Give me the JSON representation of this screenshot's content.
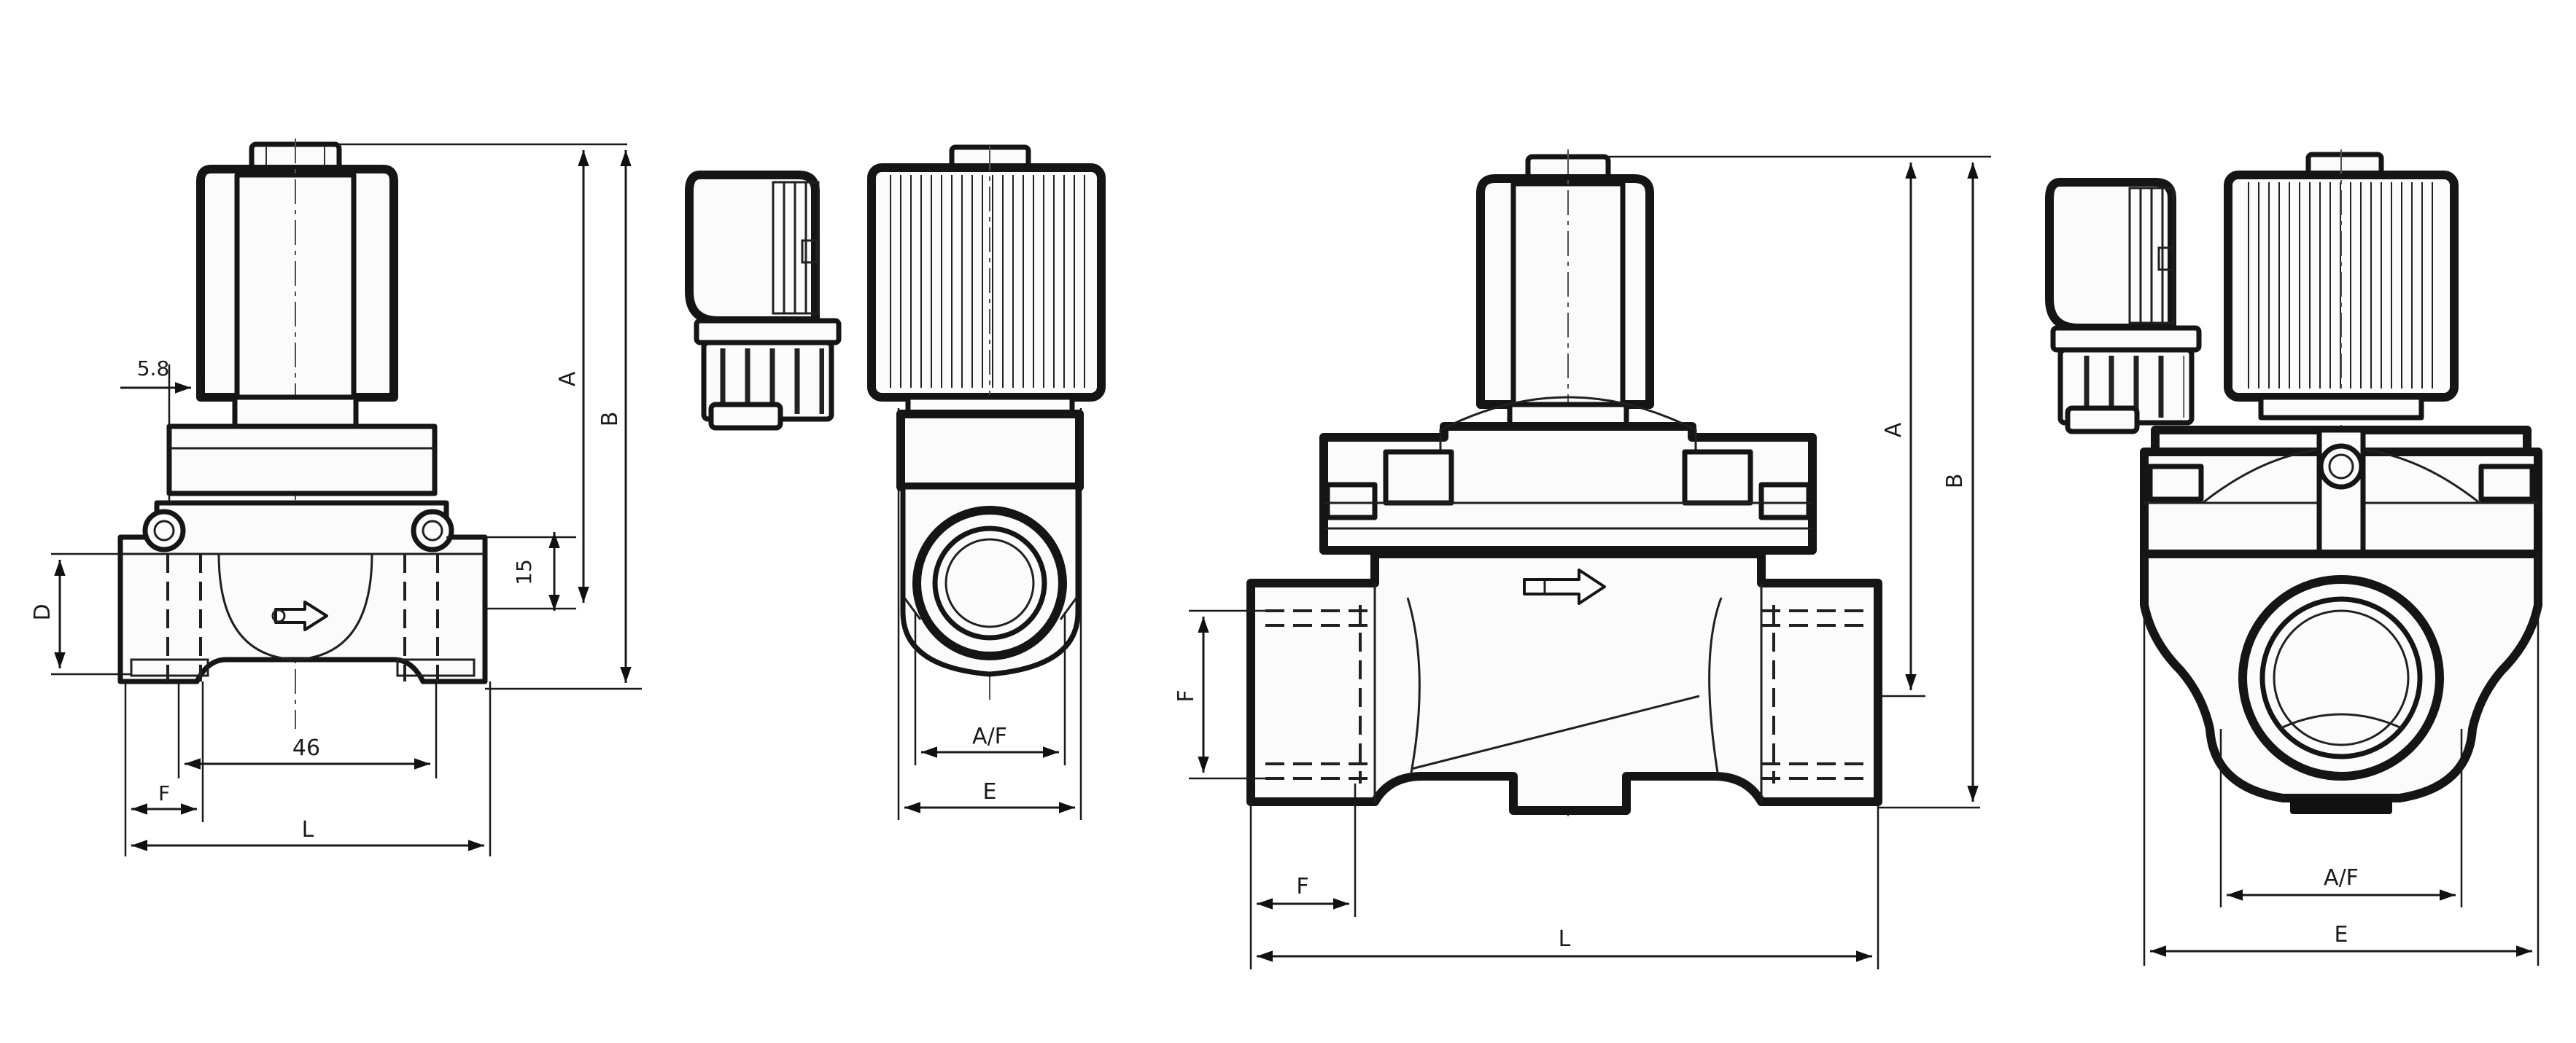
{
  "labels": {
    "v1_58": "5.8",
    "v1_A": "A",
    "v1_B": "B",
    "v1_15": "15",
    "v1_D": "D",
    "v1_46": "46",
    "v1_F": "F",
    "v1_L": "L",
    "v2_AF": "A/F",
    "v2_E": "E",
    "v3_A": "A",
    "v3_B": "B",
    "v3_F_side": "F",
    "v3_F_bottom": "F",
    "v3_L": "L",
    "v4_AF": "A/F",
    "v4_E": "E"
  },
  "colors": {
    "ink": "#151515",
    "paper": "#ffffff"
  }
}
